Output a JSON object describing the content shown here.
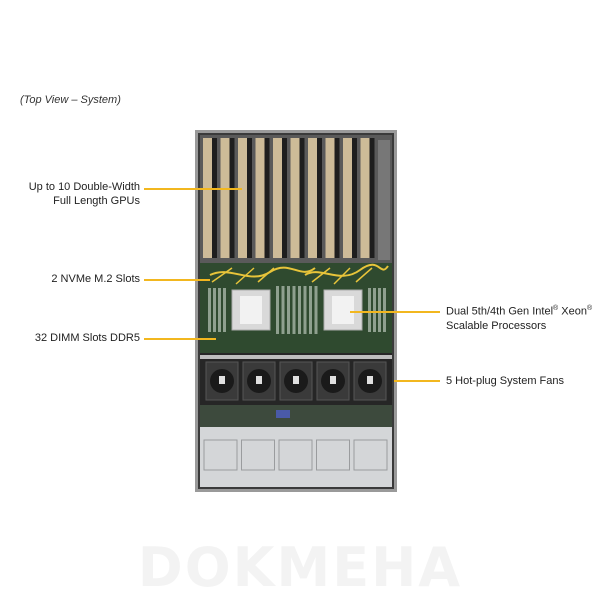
{
  "caption": "(Top View – System)",
  "labels": {
    "gpus_line1": "Up to 10 Double-Width",
    "gpus_line2": "Full Length GPUs",
    "nvme": "2 NVMe M.2 Slots",
    "dimm": "32 DIMM Slots DDR5",
    "cpu_line1_a": "Dual 5th/4th Gen Intel",
    "cpu_line1_b": " Xeon",
    "cpu_reg": "®",
    "cpu_line2": "Scalable Processors",
    "fans": "5 Hot-plug System Fans"
  },
  "watermark": "DOKMEHA",
  "colors": {
    "leader": "#f2b71f",
    "gpu_card": "#cdbb98",
    "chassis": "#3a3a3a",
    "board": "#2f4a2f",
    "drive_bay": "#d4d6d8"
  },
  "counts": {
    "gpu_slots": 10,
    "fans": 5
  }
}
